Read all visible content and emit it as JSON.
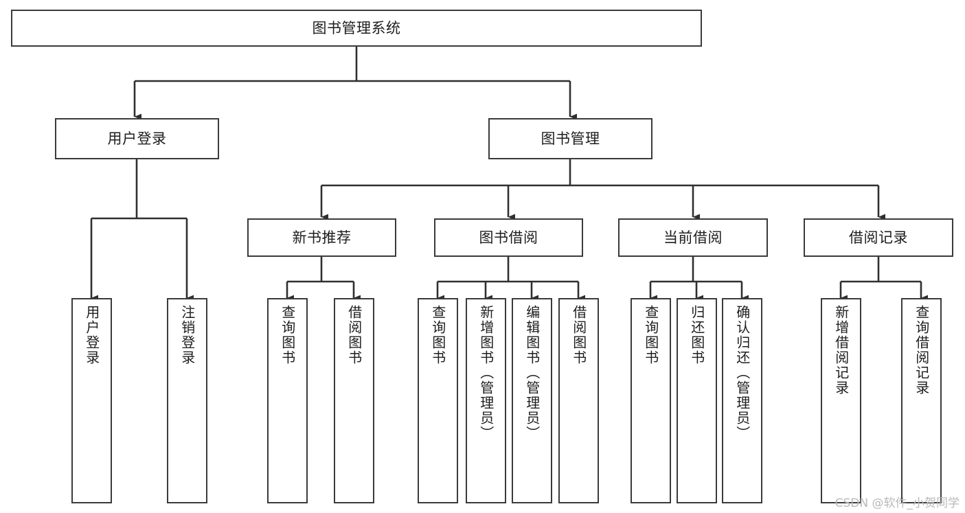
{
  "diagram": {
    "title": "图书管理系统",
    "type": "tree-hierarchy-chart",
    "colors": {
      "box_border": "#3a3a3a",
      "box_fill": "#ffffff",
      "connector": "#2f2f2f",
      "text": "#1d1d1d",
      "watermark": "#b9b9b9",
      "background": "#ffffff"
    },
    "watermark": "CSDN @软件_小贺同学",
    "nodes": {
      "root": {
        "label": "图书管理系统"
      },
      "level2": [
        {
          "id": "user-login",
          "label": "用户登录"
        },
        {
          "id": "book-management",
          "label": "图书管理"
        }
      ],
      "level3": [
        {
          "id": "new-book-recommend",
          "label": "新书推荐"
        },
        {
          "id": "book-borrow",
          "label": "图书借阅"
        },
        {
          "id": "current-borrow",
          "label": "当前借阅"
        },
        {
          "id": "borrow-record",
          "label": "借阅记录"
        }
      ],
      "leaves": {
        "user_login": [
          {
            "id": "leaf-user-login",
            "label": "用户登录"
          },
          {
            "id": "leaf-logout-login",
            "label": "注销登录"
          }
        ],
        "new_book_recommend": [
          {
            "id": "leaf-query-book-1",
            "label": "查询图书"
          },
          {
            "id": "leaf-borrow-book-1",
            "label": "借阅图书"
          }
        ],
        "book_borrow": [
          {
            "id": "leaf-query-book-2",
            "label": "查询图书"
          },
          {
            "id": "leaf-add-book",
            "label": "新增图书（管理员）"
          },
          {
            "id": "leaf-edit-book",
            "label": "编辑图书（管理员）"
          },
          {
            "id": "leaf-borrow-book-2",
            "label": "借阅图书"
          }
        ],
        "current_borrow": [
          {
            "id": "leaf-query-book-3",
            "label": "查询图书"
          },
          {
            "id": "leaf-return-book",
            "label": "归还图书"
          },
          {
            "id": "leaf-confirm-return",
            "label": "确认归还（管理员）"
          }
        ],
        "borrow_record": [
          {
            "id": "leaf-add-record",
            "label": "新增借阅记录"
          },
          {
            "id": "leaf-query-record",
            "label": "查询借阅记录"
          }
        ]
      }
    }
  }
}
